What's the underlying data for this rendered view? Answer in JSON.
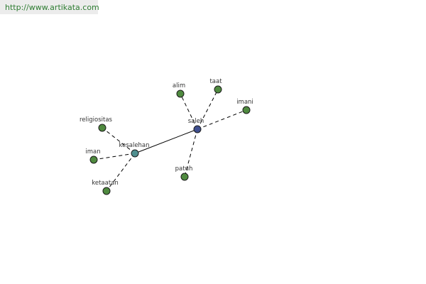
{
  "header": {
    "url": "http://www.artikata.com"
  },
  "colors": {
    "leaf": "#4f8a3f",
    "secondary_hub": "#4f8f8f",
    "main_hub": "#3f4f8f",
    "edge": "#000000",
    "url_text": "#2e7d32"
  },
  "graph": {
    "nodes": [
      {
        "id": "saleh",
        "label": "saleh",
        "role": "main_hub"
      },
      {
        "id": "kesalehan",
        "label": "kesalehan",
        "role": "secondary_hub"
      },
      {
        "id": "alim",
        "label": "alim",
        "role": "leaf"
      },
      {
        "id": "taat",
        "label": "taat",
        "role": "leaf"
      },
      {
        "id": "imani",
        "label": "imani",
        "role": "leaf"
      },
      {
        "id": "patuh",
        "label": "patuh",
        "role": "leaf"
      },
      {
        "id": "religiositas",
        "label": "religiositas",
        "role": "leaf"
      },
      {
        "id": "iman",
        "label": "iman",
        "role": "leaf"
      },
      {
        "id": "ketaatan",
        "label": "ketaatan",
        "role": "leaf"
      }
    ],
    "edges": [
      {
        "from": "saleh",
        "to": "kesalehan",
        "style": "solid"
      },
      {
        "from": "saleh",
        "to": "alim",
        "style": "dashed"
      },
      {
        "from": "saleh",
        "to": "taat",
        "style": "dashed"
      },
      {
        "from": "saleh",
        "to": "imani",
        "style": "dashed"
      },
      {
        "from": "saleh",
        "to": "patuh",
        "style": "dashed"
      },
      {
        "from": "kesalehan",
        "to": "religiositas",
        "style": "dashed"
      },
      {
        "from": "kesalehan",
        "to": "iman",
        "style": "dashed"
      },
      {
        "from": "kesalehan",
        "to": "ketaatan",
        "style": "dashed"
      }
    ]
  }
}
